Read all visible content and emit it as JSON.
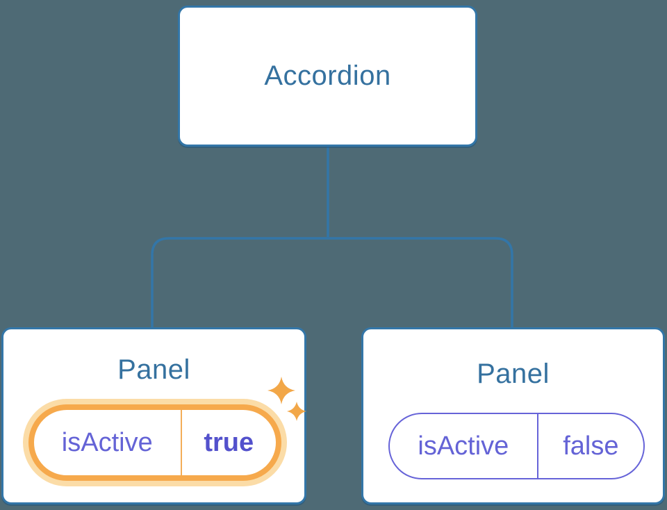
{
  "diagram": {
    "kind": "react-component-tree",
    "tree": {
      "root": {
        "label": "Accordion"
      },
      "children": [
        {
          "title": "Panel",
          "state": {
            "name": "isActive",
            "value": "true"
          },
          "highlighted": true,
          "sparkles": true
        },
        {
          "title": "Panel",
          "state": {
            "name": "isActive",
            "value": "false"
          },
          "highlighted": false,
          "sparkles": false
        }
      ]
    },
    "colors": {
      "background": "#4E6A75",
      "node_fill": "#FFFFFF",
      "node_border": "#3376A8",
      "node_text": "#35719F",
      "connector": "#3376A8",
      "state_text": "#6463D6",
      "state_value_active": "#5351CC",
      "highlight_border": "#F6A94C",
      "highlight_glow": "#FBDCA7",
      "sparkle": "#F2A748"
    },
    "icons": {
      "sparkles": "✦"
    }
  }
}
